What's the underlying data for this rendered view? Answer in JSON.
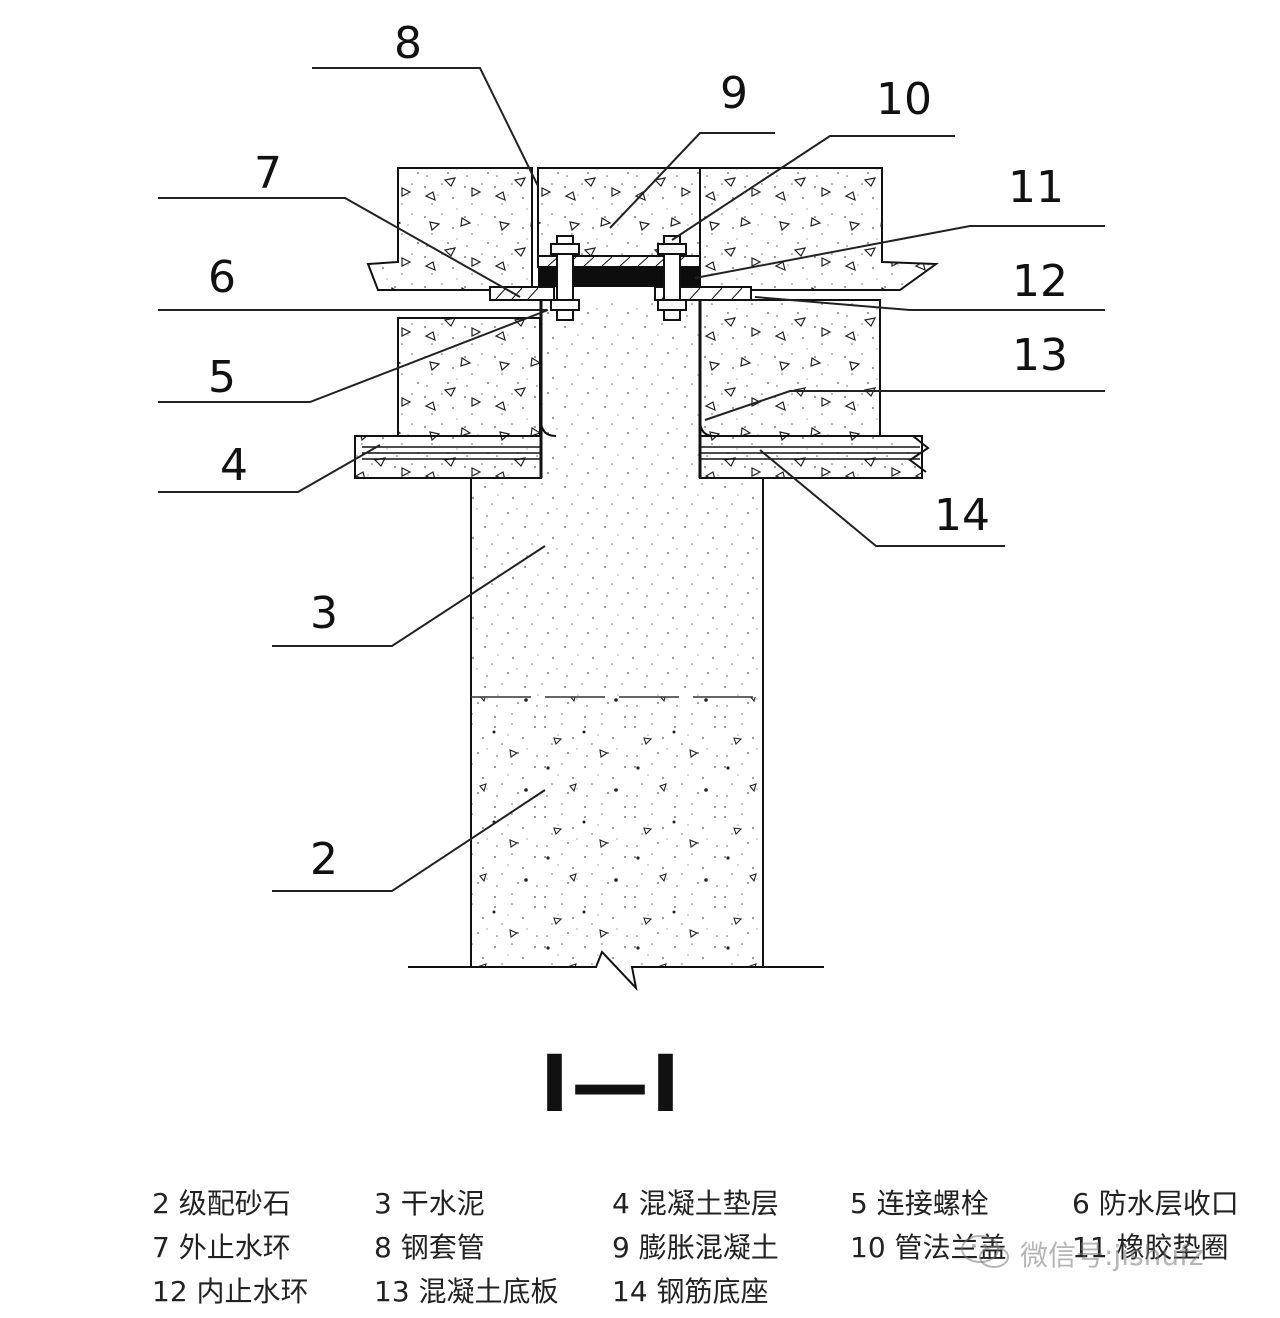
{
  "callouts": [
    "8",
    "9",
    "10",
    "7",
    "11",
    "6",
    "12",
    "5",
    "13",
    "4",
    "14",
    "3",
    "2"
  ],
  "section_title": "I—I",
  "legend": {
    "rows": [
      [
        "2 级配砂石",
        "3 干水泥",
        "4 混凝土垫层",
        "5 连接螺栓",
        "6 防水层收口"
      ],
      [
        "7 外止水环",
        "8 钢套管",
        "9 膨胀混凝土",
        "10 管法兰盖",
        "11 橡胶垫圈"
      ],
      [
        "12 内止水环",
        "13 混凝土底板",
        "14 钢筋底座"
      ]
    ]
  },
  "watermark": "微信号:jishufz",
  "colors": {
    "ink": "#111111",
    "gasket": "#0d0d0d"
  }
}
